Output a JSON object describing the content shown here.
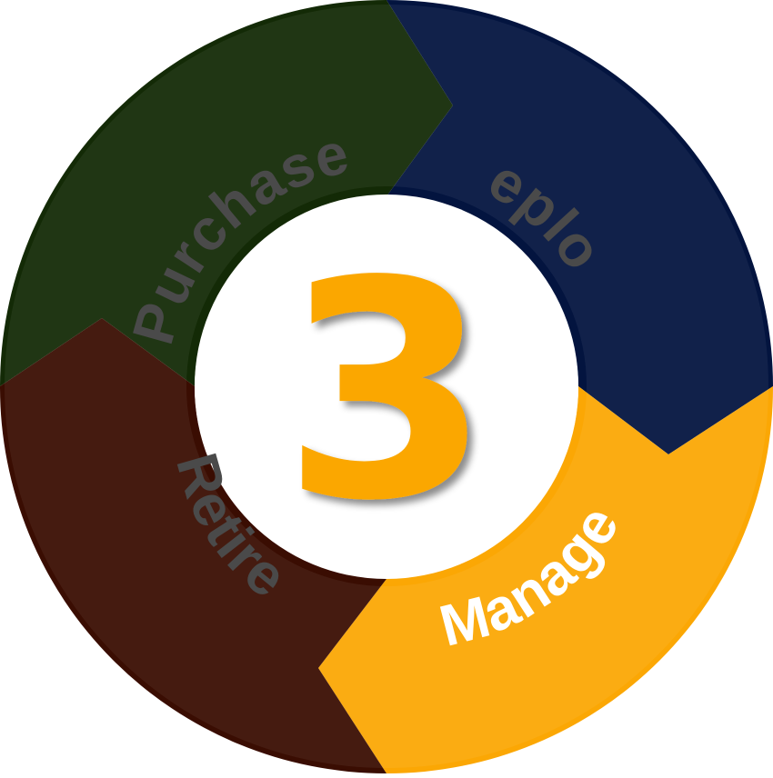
{
  "diagram": {
    "center_number": "3",
    "active_stage": "manage",
    "colors": {
      "purchase": "#132a06",
      "deploy": "#03143f",
      "manage": "#fba704",
      "retire": "#3a0d02",
      "inactive_text": "#4a4a4a",
      "active_text": "#ffffff",
      "number": "#fba704",
      "center": "#ffffff"
    },
    "stages": [
      {
        "id": "purchase",
        "label": "Purchase"
      },
      {
        "id": "deploy",
        "label": "Deploy"
      },
      {
        "id": "manage",
        "label": "Manage"
      },
      {
        "id": "retire",
        "label": "Retire"
      }
    ]
  }
}
